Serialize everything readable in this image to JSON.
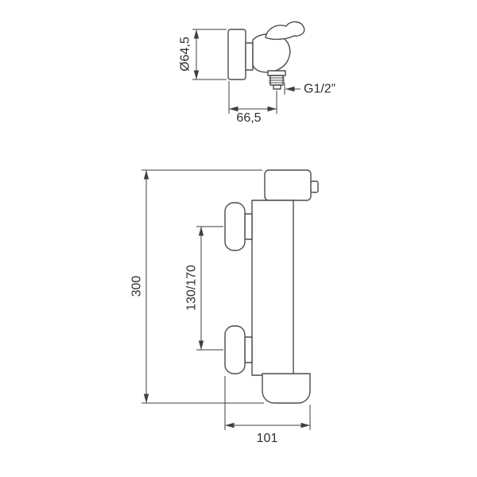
{
  "colors": {
    "line": "#4c4c4c",
    "dimension": "#3f3f3f",
    "text": "#2f2f2f",
    "background": "#ffffff"
  },
  "drawing": {
    "top_view": {
      "diameter_label": "Ø64,5",
      "thread_label": "G1/2”",
      "offset_label": "66,5"
    },
    "front_view": {
      "height_label": "300",
      "inlet_spacing_label": "130/170",
      "depth_label": "101"
    }
  }
}
